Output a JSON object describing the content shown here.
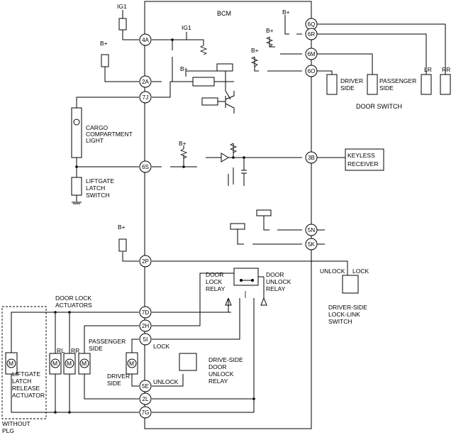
{
  "bcm": {
    "label": "BCM"
  },
  "pins": [
    {
      "id": "4A",
      "side": "left"
    },
    {
      "id": "2A",
      "side": "left"
    },
    {
      "id": "7J",
      "side": "left"
    },
    {
      "id": "6S",
      "side": "left"
    },
    {
      "id": "2P",
      "side": "left"
    },
    {
      "id": "7D",
      "side": "left"
    },
    {
      "id": "2H",
      "side": "left"
    },
    {
      "id": "5I",
      "side": "left"
    },
    {
      "id": "5E",
      "side": "left"
    },
    {
      "id": "2L",
      "side": "left"
    },
    {
      "id": "7G",
      "side": "left"
    },
    {
      "id": "6Q",
      "side": "right"
    },
    {
      "id": "6R",
      "side": "right"
    },
    {
      "id": "6M",
      "side": "right"
    },
    {
      "id": "6O",
      "side": "right"
    },
    {
      "id": "3B",
      "side": "right"
    },
    {
      "id": "5N",
      "side": "right"
    },
    {
      "id": "5K",
      "side": "right"
    }
  ],
  "supplies": {
    "ig1": "IG1",
    "bplus": "B+"
  },
  "components": {
    "cargo_light": "CARGO COMPARTMENT LIGHT",
    "liftgate_latch_switch": "LIFTGATE LATCH SWITCH",
    "keyless_receiver": "KEYLESS RECEIVER",
    "door_lock_actuators": "DOOR LOCK ACTUATORS",
    "passenger_side": "PASSENGER SIDE",
    "driver_side": "DRIVER SIDE",
    "door_lock_relay": "DOOR LOCK RELAY",
    "door_unlock_relay": "DOOR UNLOCK RELAY",
    "driveside_door_unlock_relay": "DRIVE-SIDE DOOR UNLOCK RELAY",
    "liftgate_latch_release_actuator": "LIFTGATE LATCH RELEASE ACTUATOR",
    "without_plg": "WITHOUT PLG",
    "driver_side_lock_link_switch": "DRIVER-SIDE LOCK-LINK SWITCH",
    "door_switch": "DOOR SWITCH",
    "door_switch_driver": "DRIVER SIDE",
    "door_switch_passenger": "PASSENGER SIDE",
    "door_switch_lr": "LR",
    "door_switch_rr": "RR",
    "actuator_rl": "RL",
    "actuator_rr": "RR",
    "motor_symbol": "M"
  },
  "signals": {
    "lock": "LOCK",
    "unlock": "UNLOCK",
    "unlock_sw": "UNLOCK",
    "lock_sw": "LOCK"
  }
}
